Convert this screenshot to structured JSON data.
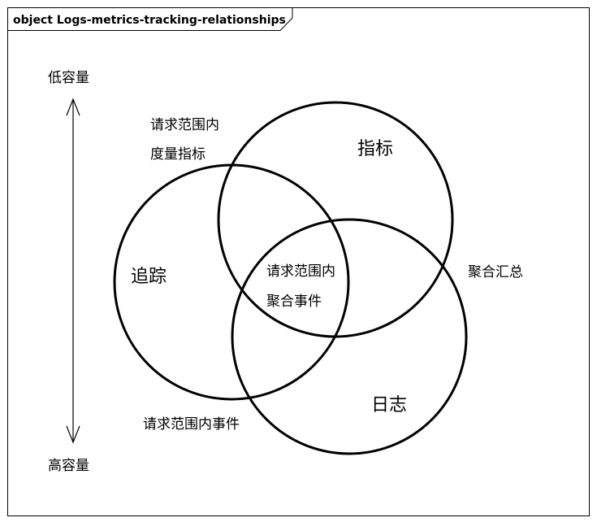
{
  "frame": {
    "title": "object Logs-metrics-tracking-relationships"
  },
  "axis": {
    "top_label": "低容量",
    "bottom_label": "高容量"
  },
  "circles": {
    "metrics": "指标",
    "tracing": "追踪",
    "logging": "日志"
  },
  "regions": {
    "tracing_metrics_line1": "请求范围内",
    "tracing_metrics_line2": "度量指标",
    "center_line1": "请求范围内",
    "center_line2": "聚合事件",
    "metrics_logging": "聚合汇总",
    "tracing_logging": "请求范围内事件"
  }
}
